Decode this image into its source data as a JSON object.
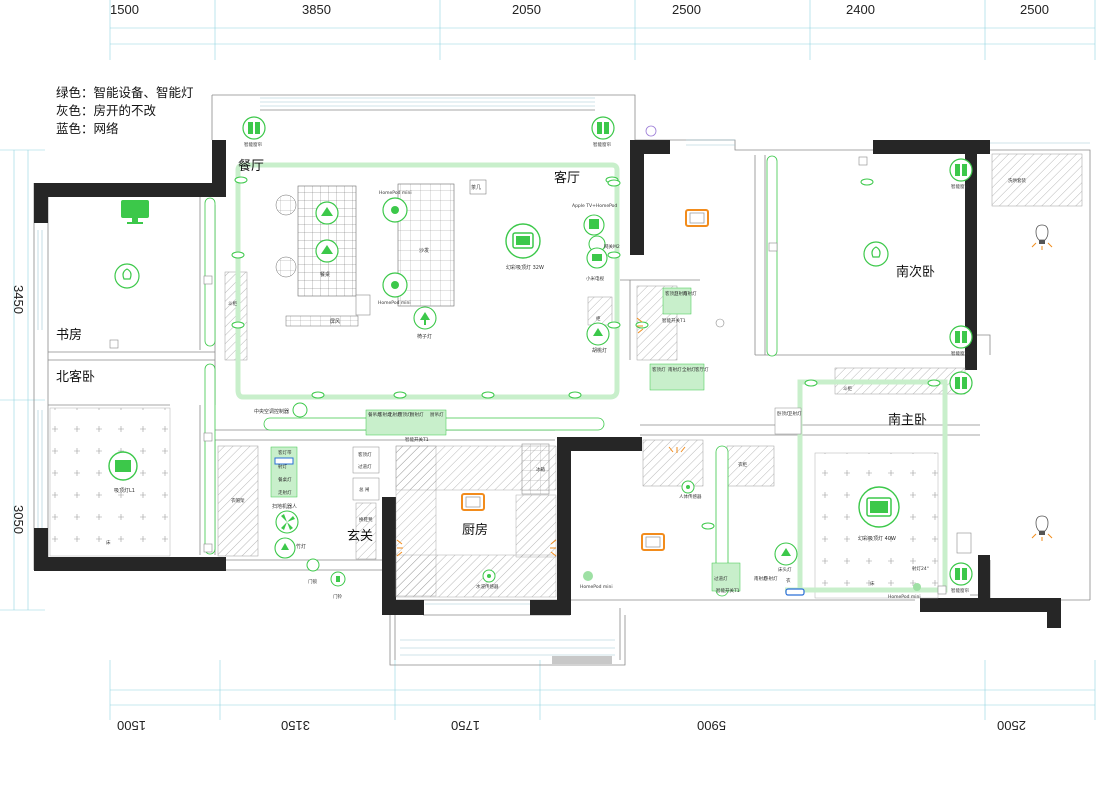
{
  "legend": [
    {
      "text": "绿色：智能设备、智能灯",
      "color": "#3cc84a"
    },
    {
      "text": "灰色：房开的不改",
      "color": "#8a8a8a"
    },
    {
      "text": "蓝色：网络",
      "color": "#2a6fd6"
    }
  ],
  "dimensions": {
    "top": [
      "1500",
      "3850",
      "2050",
      "2500",
      "2400",
      "2500"
    ],
    "bottom": [
      "1500",
      "3150",
      "1750",
      "5900",
      "2500"
    ],
    "left": [
      "3450",
      "3050"
    ]
  },
  "rooms": {
    "dining": "餐厅",
    "living": "客厅",
    "study": "书房",
    "north_guest": "北客卧",
    "south_second": "南次卧",
    "south_master": "南主卧",
    "kitchen": "厨房",
    "entry": "玄关"
  },
  "labels": {
    "homepod_mini_1": "HomePod mini",
    "homepod_mini_2": "HomePod mini",
    "homepod_mini_3": "HomePod mini",
    "homepod_mini_4": "HomePod mini",
    "apple_tv": "Apple TV+HomePod",
    "gateway": "网关M2",
    "xiaomi_tv": "小米电视",
    "sofa": "沙发",
    "coffee_table": "茶几",
    "dining_table": "餐桌",
    "screen": "屏风",
    "ceiling_light_living": "幻彩吸顶灯 32W",
    "ceiling_light_north": "吸顶灯L1",
    "ceiling_light_master": "幻彩吸顶灯 40W",
    "chair_light": "椅子灯",
    "hutao_light": "胡桃灯",
    "hvac": "中央空调控制器",
    "smart_switch_t1": "智能开关T1",
    "smart_switch_t1_b": "智能开关T1",
    "smart_switch_t1_c": "智能开关T1",
    "body_sensor": "人体传感器",
    "water_sensor": "水浸传感器",
    "robot_vacuum": "扫地机器人",
    "bamboo_light": "竹灯",
    "door_lock": "门锁",
    "doorbell": "门铃",
    "fridge": "冰箱",
    "wardrobe_north": "衣帽架",
    "wardrobe_master": "衣柜",
    "laundry": "洗烘套装",
    "smart_curtain_1": "智能窗帘",
    "smart_curtain_2": "智能窗帘",
    "smart_curtain_3": "智能窗帘",
    "smart_curtain_4": "智能窗帘",
    "smart_curtain_5": "智能窗帘",
    "desk_light": "射灯24°",
    "bed": "床",
    "shoe_cabinet": "换鞋凳",
    "cabinet": "斗柜",
    "cabinet_2": "斗柜",
    "wardrobe_2": "衣",
    "bed_2": "床",
    "cabinet_3": "柜",
    "electric_box": "总 闸",
    "guest_ceiling": "客顶灯",
    "aisle_light": "过道灯",
    "bedside_light": "床头灯"
  },
  "switches": {
    "dining": [
      "餐吊灯",
      "客射灯",
      "北射灯",
      "厨顶灯",
      "厨射灯",
      "厨吊灯"
    ],
    "entry": [
      "客灯带",
      "射灯",
      "餐桌灯",
      "走射灯"
    ],
    "kitchen_panel": [
      "客顶灯",
      "南射灯",
      "全射灯",
      "客厅灯"
    ],
    "living_tv": [
      "客顶灯",
      "卫射灯",
      "南射灯"
    ],
    "bedroom_door": [
      "卧顶灯",
      "卫射灯"
    ],
    "master_bed": [
      "过道灯",
      "南射灯",
      "卧射灯"
    ]
  },
  "colors": {
    "wall": "#262626",
    "smart": "#3cc84a",
    "smart_light": "#c8efcb",
    "gray_hatch": "#9a9a9a",
    "network": "#2a6fd6",
    "dim_line": "#8fd3e0",
    "accent_orange": "#f28c1c"
  }
}
